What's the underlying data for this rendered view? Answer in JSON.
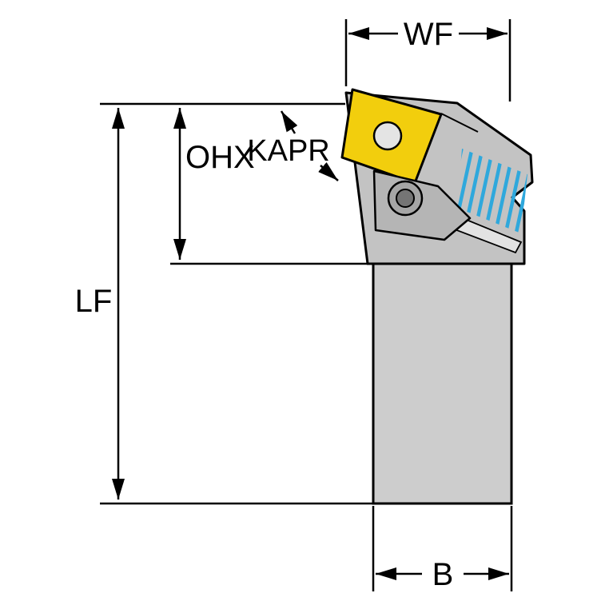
{
  "diagram": {
    "labels": {
      "wf": "WF",
      "ohx": "OHX",
      "kapr": "KAPR",
      "lf": "LF",
      "b": "B"
    },
    "colors": {
      "background": "#FFFFFF",
      "outline": "#000000",
      "shank_gray": "#CDCDCD",
      "head_gray": "#C3C3C3",
      "insert_yellow": "#F2CE0D",
      "hole_gray": "#E4E4E4",
      "clamp_gray": "#B5B5B5",
      "screw_outer_gray": "#A6A6A6",
      "screw_inner_gray": "#757575",
      "shim_gray": "#E2E2E2",
      "hatch_blue": "#2FA8DC"
    }
  }
}
